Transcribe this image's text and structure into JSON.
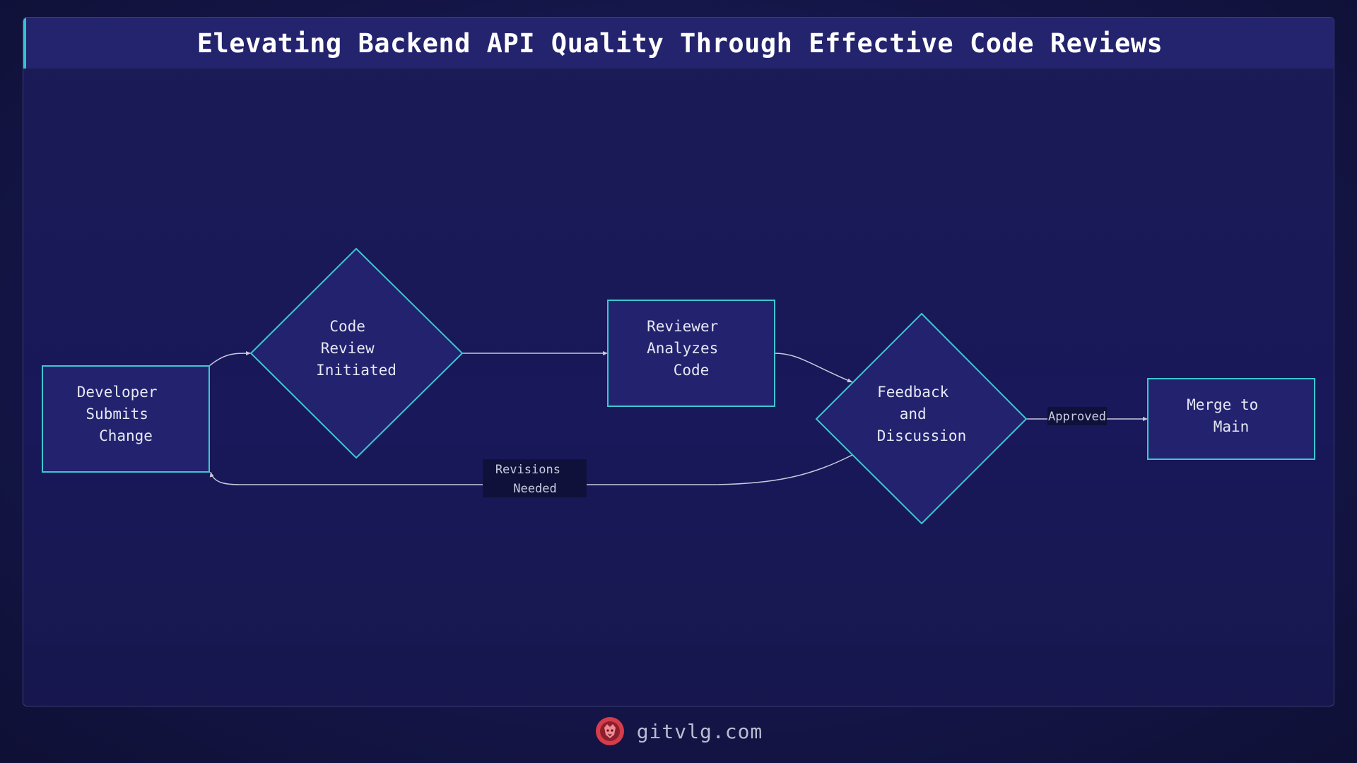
{
  "title": "Elevating Backend API Quality Through Effective Code Reviews",
  "colors": {
    "node_fill": "#22226e",
    "node_stroke": "#3cc8d0",
    "edge": "#c8cadb",
    "edge_label_bg": "#10113a",
    "title_accent": "#2ec7c9",
    "logo": "#d63c4a"
  },
  "nodes": {
    "developer": {
      "label": [
        "Developer",
        "Submits",
        "Change"
      ]
    },
    "review_initiated": {
      "label": [
        "Code",
        "Review",
        "Initiated"
      ]
    },
    "reviewer": {
      "label": [
        "Reviewer",
        "Analyzes",
        "Code"
      ]
    },
    "feedback": {
      "label": [
        "Feedback",
        "and",
        "Discussion"
      ]
    },
    "merge": {
      "label": [
        "Merge to",
        "Main"
      ]
    }
  },
  "edges": {
    "approved": "Approved",
    "revisions": [
      "Revisions",
      "Needed"
    ]
  },
  "footer": {
    "logo_icon": "lion-head-logo",
    "text": "gitvlg.com"
  }
}
